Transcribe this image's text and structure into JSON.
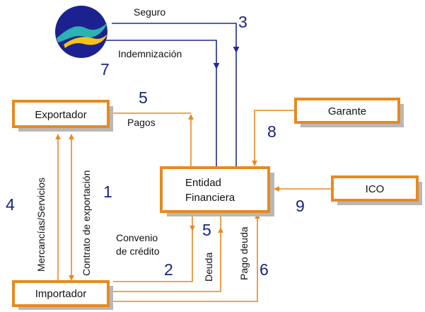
{
  "colors": {
    "orange": "#e8891f",
    "blue": "#1f2a9a",
    "shadow": "#b8b8b8",
    "number": "#1a237e",
    "logo_circle": "#1b2290",
    "logo_swoosh_1": "#2ab3b0",
    "logo_swoosh_2": "#f3c21a"
  },
  "logo": {
    "icon": "insurer-logo-icon"
  },
  "boxes": {
    "exportador": "Exportador",
    "importador": "Importador",
    "entidad_line1": "Entidad",
    "entidad_line2": "Financiera",
    "garante": "Garante",
    "ico": "ICO"
  },
  "labels": {
    "seguro": "Seguro",
    "indemnizacion": "Indemnización",
    "pagos": "Pagos",
    "mercancias": "Mercancías/Servicios",
    "contrato": "Contrato de exportación",
    "convenio_line1": "Convenio",
    "convenio_line2": "de crédito",
    "deuda": "Deuda",
    "pago_deuda": "Pago deuda"
  },
  "numbers": {
    "n3": "3",
    "n7": "7",
    "n5_top": "5",
    "n8": "8",
    "n4": "4",
    "n1": "1",
    "n9": "9",
    "n5_mid": "5",
    "n2": "2",
    "n6": "6"
  }
}
